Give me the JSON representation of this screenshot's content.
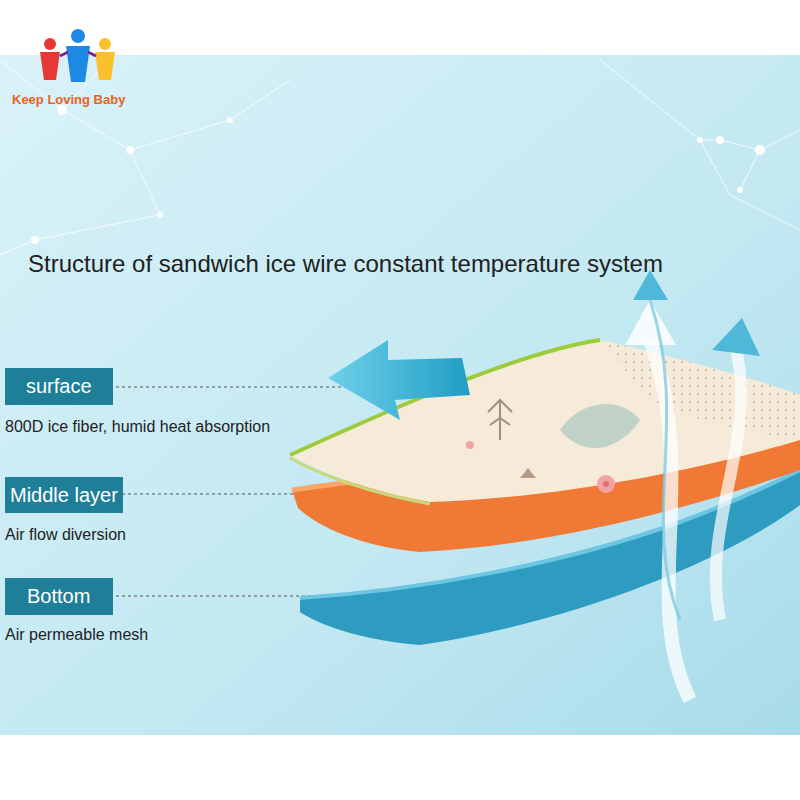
{
  "diagram": {
    "title": "Structure of sandwich ice wire constant temperature system",
    "nodes": [
      {
        "text": [
          "surface",
          "800D ice fiber, humid heat absorption"
        ]
      },
      {
        "text": [
          "Middle layer",
          "Air flow diversion"
        ]
      },
      {
        "text": [
          "Bottom",
          "Air permeable mesh"
        ]
      }
    ],
    "labels": [
      "Keep Loving Baby"
    ]
  }
}
